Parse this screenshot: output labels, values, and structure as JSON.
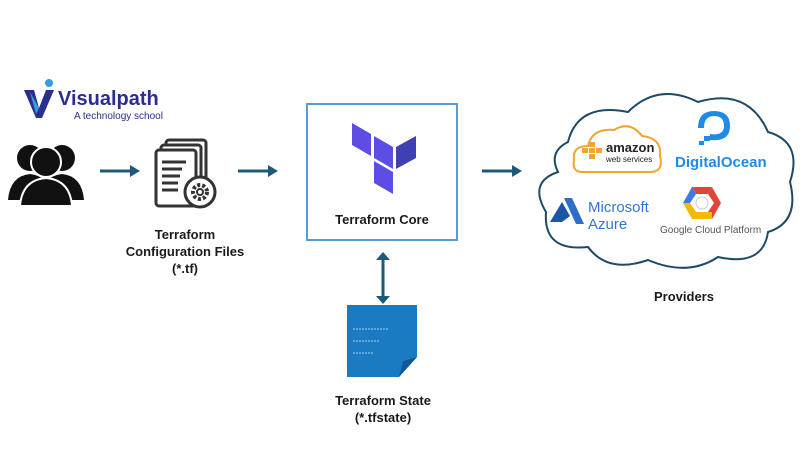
{
  "logo": {
    "name": "Visualpath",
    "tagline": "A technology school"
  },
  "nodes": {
    "users": {
      "icon": "users-icon"
    },
    "config": {
      "line1": "Terraform",
      "line2": "Configuration Files",
      "line3": "(*.tf)"
    },
    "core": {
      "label": "Terraform Core"
    },
    "state": {
      "line1": "Terraform State",
      "line2": "(*.tfstate)"
    },
    "providers": {
      "label": "Providers",
      "aws": {
        "line1": "amazon",
        "line2": "web services"
      },
      "digitalocean": "DigitalOcean",
      "azure": {
        "line1": "Microsoft",
        "line2": "Azure"
      },
      "gcp": "Google Cloud Platform"
    }
  },
  "colors": {
    "arrow": "#1e5a78",
    "terraform": "#5c4ee5",
    "state": "#1a7bc2",
    "box": "#5b9bd5"
  }
}
